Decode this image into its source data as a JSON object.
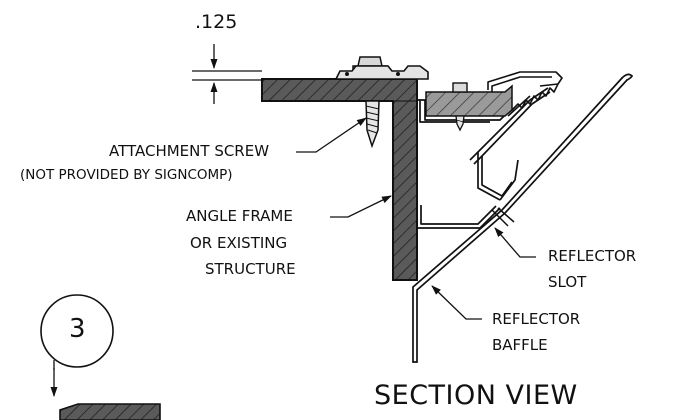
{
  "dimension": {
    "value": ".125"
  },
  "labels": {
    "screw_line1": "ATTACHMENT SCREW",
    "screw_line2": "(NOT PROVIDED BY SIGNCOMP)",
    "frame_line1": "ANGLE FRAME",
    "frame_line2": "OR EXISTING",
    "frame_line3": "STRUCTURE",
    "slot_line1": "REFLECTOR",
    "slot_line2": "SLOT",
    "baffle_line1": "REFLECTOR",
    "baffle_line2": "BAFFLE"
  },
  "callout": {
    "number": "3"
  },
  "view_title": "SECTION VIEW"
}
